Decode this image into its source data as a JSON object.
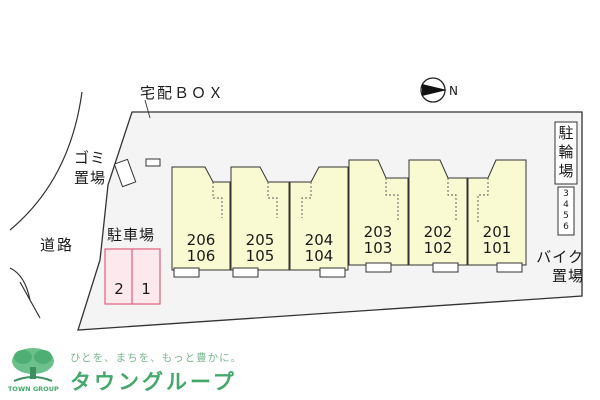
{
  "map": {
    "delivery_box_label": "宅配ＢＯＸ",
    "garbage_label": "ゴミ置場",
    "road_label": "道路",
    "parking_label": "駐車場",
    "bicycle_parking_label": "駐輪場",
    "bike_parking_label": "バイク置場",
    "compass_letter": "N",
    "parking_spaces": [
      "2",
      "1"
    ],
    "bike_slots": [
      "3",
      "4",
      "5",
      "6"
    ],
    "units": [
      {
        "upper": "206",
        "lower": "106"
      },
      {
        "upper": "205",
        "lower": "105"
      },
      {
        "upper": "204",
        "lower": "104"
      },
      {
        "upper": "203",
        "lower": "103"
      },
      {
        "upper": "202",
        "lower": "102"
      },
      {
        "upper": "201",
        "lower": "101"
      }
    ],
    "colors": {
      "building_fill": "#fafad2",
      "parking_fill": "#fde8ee",
      "parking_stroke": "#e0607c",
      "site_fill": "#f2f2f2",
      "brand_green": "#45a86b"
    }
  },
  "footer": {
    "tagline": "ひとを、まちを、もっと豊かに。",
    "brand_name": "タウングループ",
    "logo_text": "TOWN GROUP"
  }
}
